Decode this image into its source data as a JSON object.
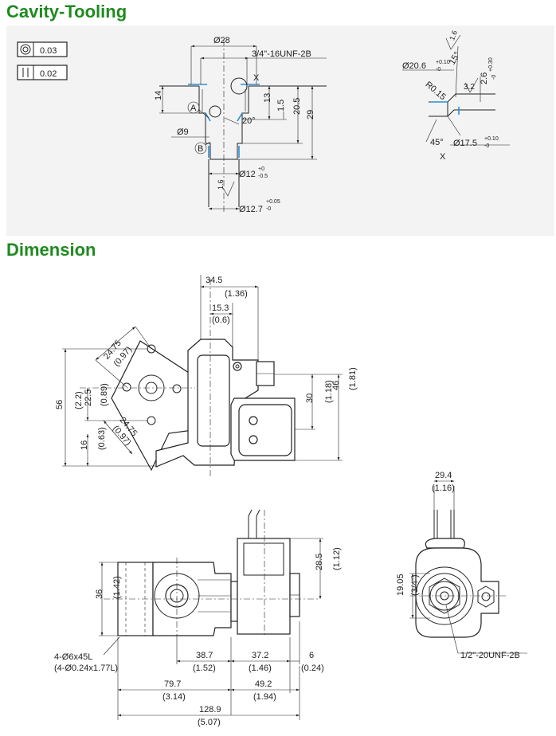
{
  "sections": {
    "cavity_title": "Cavity-Tooling",
    "dimension_title": "Dimension"
  },
  "tolerances": [
    {
      "symbol": "concentricity-icon",
      "value": "0.03"
    },
    {
      "symbol": "parallelism-icon",
      "value": "0.02"
    }
  ],
  "cavity": {
    "d28": "Ø28",
    "thread": "3/4\"-16UNF-2B",
    "x_top": "X",
    "d14": "14",
    "d13": "13",
    "d1_5": "1.5",
    "d20_5": "20.5",
    "d29": "29",
    "ref_a": "A",
    "ref_b": "B",
    "d9": "Ø9",
    "angle20": "20°",
    "d12": "Ø12",
    "d12_tol_up": "+0",
    "d12_tol_dn": "-0.5",
    "rough16": "1.6",
    "d12_7": "Ø12.7",
    "d12_7_tol_up": "+0.05",
    "d12_7_tol_dn": "-0",
    "detail_rough16": "1.6",
    "d20_6": "Ø20.6",
    "d20_6_tol_up": "+0.10",
    "d20_6_tol_dn": "-0",
    "angle15": "15°",
    "r015": "R0.15",
    "rough32": "3.2",
    "d2_6": "2.6",
    "d2_6_tol_up": "+0.30",
    "d2_6_tol_dn": "-0",
    "angle45": "45°",
    "d17_5": "Ø17.5",
    "d17_5_tol_up": "+0.10",
    "d17_5_tol_dn": "-0",
    "x_detail": "X"
  },
  "dim_top": {
    "w34_5": "34.5",
    "w34_5_in": "(1.36)",
    "w15_3": "15.3",
    "w15_3_in": "(0.6)",
    "d24_75a": "24.75",
    "d24_75a_in": "(0.97)",
    "d56": "56",
    "d56_in": "(2.2)",
    "d22_5": "22.5",
    "d22_5_in": "(0.89)",
    "d24_75b": "24.75",
    "d24_75b_in": "(0.97)",
    "d16": "16",
    "d16_in": "(0.63)",
    "d30": "30",
    "d30_in": "(1.18)",
    "d46": "46",
    "d46_in": "(1.81)"
  },
  "dim_bottom": {
    "h36": "36",
    "h36_in": "(1.42)",
    "h28_5": "28.5",
    "h28_5_in": "(1.12)",
    "holes": "4-Ø6x45L",
    "holes_in": "(4-Ø0.24x1.77L)",
    "w38_7": "38.7",
    "w38_7_in": "(1.52)",
    "w37_2": "37.2",
    "w37_2_in": "(1.46)",
    "w6": "6",
    "w6_in": "(0.24)",
    "w79_7": "79.7",
    "w79_7_in": "(3.14)",
    "w49_2": "49.2",
    "w49_2_in": "(1.94)",
    "w128_9": "128.9",
    "w128_9_in": "(5.07)"
  },
  "dim_side": {
    "w29_4": "29.4",
    "w29_4_in": "(1.16)",
    "h19_05": "19.05",
    "h19_05_in": "(3/4\")",
    "port": "1/2\"-20UNF-2B"
  }
}
